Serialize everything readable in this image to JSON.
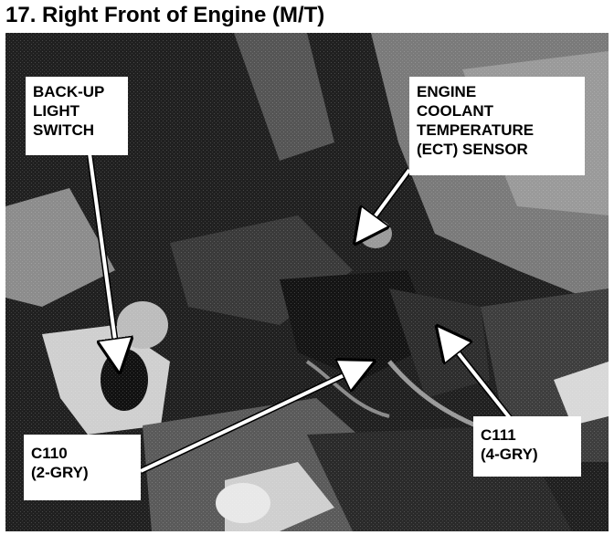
{
  "title": "17.  Right Front of Engine (M/T)",
  "callouts": {
    "backup_switch": [
      "BACK-UP",
      "LIGHT",
      "SWITCH"
    ],
    "ect_sensor": [
      "ENGINE",
      "COOLANT",
      "TEMPERATURE",
      "(ECT) SENSOR"
    ],
    "c110": [
      "C110",
      "(2-GRY)"
    ],
    "c111": [
      "C111",
      "(4-GRY)"
    ]
  }
}
